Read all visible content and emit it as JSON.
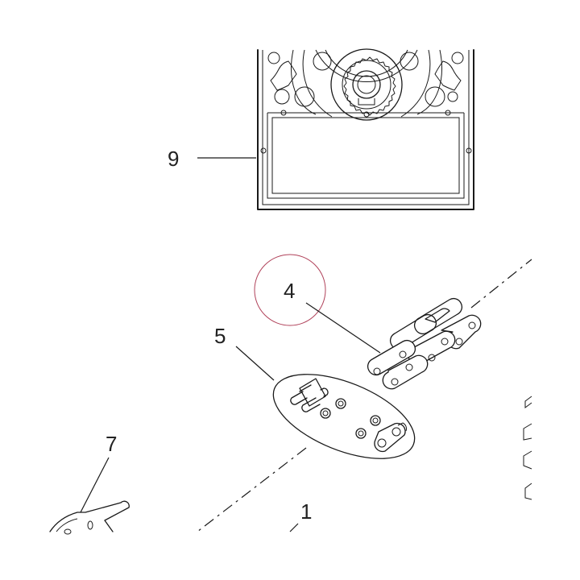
{
  "callouts": [
    {
      "id": "9",
      "label": "9"
    },
    {
      "id": "4",
      "label": "4"
    },
    {
      "id": "5",
      "label": "5"
    },
    {
      "id": "7",
      "label": "7"
    },
    {
      "id": "1",
      "label": "1"
    }
  ],
  "colors": {
    "line": "#1a1a1a",
    "highlight_circle": "#b0425a",
    "background": "#ffffff"
  }
}
